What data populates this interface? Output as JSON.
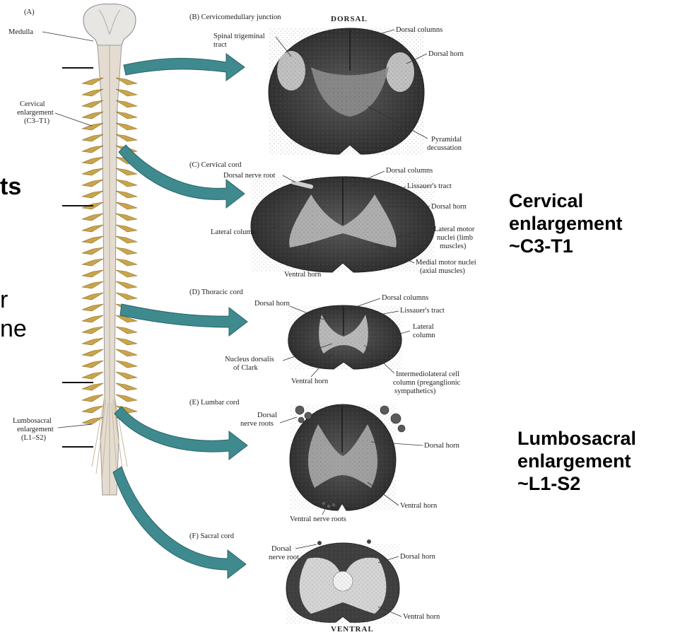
{
  "left_fragments": [
    "ts",
    "r",
    "ne"
  ],
  "side_titles": {
    "cervical": [
      "Cervical",
      "enlargement",
      "~C3-T1"
    ],
    "lumbosacral": [
      "Lumbosacral",
      "enlargement",
      "~L1-S2"
    ]
  },
  "panel_a": {
    "label": "(A)",
    "medulla": "Medulla",
    "cervical_enlargement": [
      "Cervical",
      "enlargement",
      "(C3–T1)"
    ],
    "lumbosacral_enlargement": [
      "Lumbosacral",
      "enlargement",
      "(L1–S2)"
    ]
  },
  "panel_b": {
    "title": "(B) Cervicomedullary junction",
    "dorsal": "DORSAL",
    "spinal_trigeminal_tract": [
      "Spinal trigeminal",
      "tract"
    ],
    "dorsal_columns": "Dorsal columns",
    "dorsal_horn": "Dorsal horn",
    "pyramidal_decussation": [
      "Pyramidal",
      "decussation"
    ]
  },
  "panel_c": {
    "title": "(C) Cervical cord",
    "dorsal_nerve_root": "Dorsal nerve root",
    "dorsal_columns": "Dorsal columns",
    "lissauers_tract": "Lissauer's tract",
    "dorsal_horn": "Dorsal horn",
    "lateral_column": "Lateral column",
    "lateral_motor_nuclei": [
      "Lateral motor",
      "nuclei (limb",
      "muscles)"
    ],
    "medial_motor_nuclei": [
      "Medial motor nuclei",
      "(axial muscles)"
    ],
    "ventral_horn": "Ventral horn"
  },
  "panel_d": {
    "title": "(D) Thoracic cord",
    "dorsal_horn": "Dorsal horn",
    "dorsal_columns": "Dorsal columns",
    "lissauers_tract": "Lissauer's tract",
    "lateral_column": [
      "Lateral",
      "column"
    ],
    "nucleus_dorsalis": [
      "Nucleus dorsalis",
      "of Clark"
    ],
    "ventral_horn": "Ventral horn",
    "intermediolateral": [
      "Intermediolateral cell",
      "column (preganglionic",
      "sympathetics)"
    ]
  },
  "panel_e": {
    "title": "(E) Lumbar cord",
    "dorsal_nerve_roots": [
      "Dorsal",
      "nerve roots"
    ],
    "dorsal_horn": "Dorsal horn",
    "ventral_horn": "Ventral horn",
    "ventral_nerve_roots": "Ventral nerve roots"
  },
  "panel_f": {
    "title": "(F) Sacral cord",
    "dorsal_nerve_root": [
      "Dorsal",
      "nerve root"
    ],
    "dorsal_horn": "Dorsal horn",
    "ventral_horn": "Ventral horn",
    "ventral": "VENTRAL"
  },
  "colors": {
    "arrow": "#3e8a8f",
    "nerve": "#c9a44a",
    "cord": "#e4dcd0",
    "section_dark": "#3b3b3b",
    "gray_matter": "#b9b9b9"
  }
}
